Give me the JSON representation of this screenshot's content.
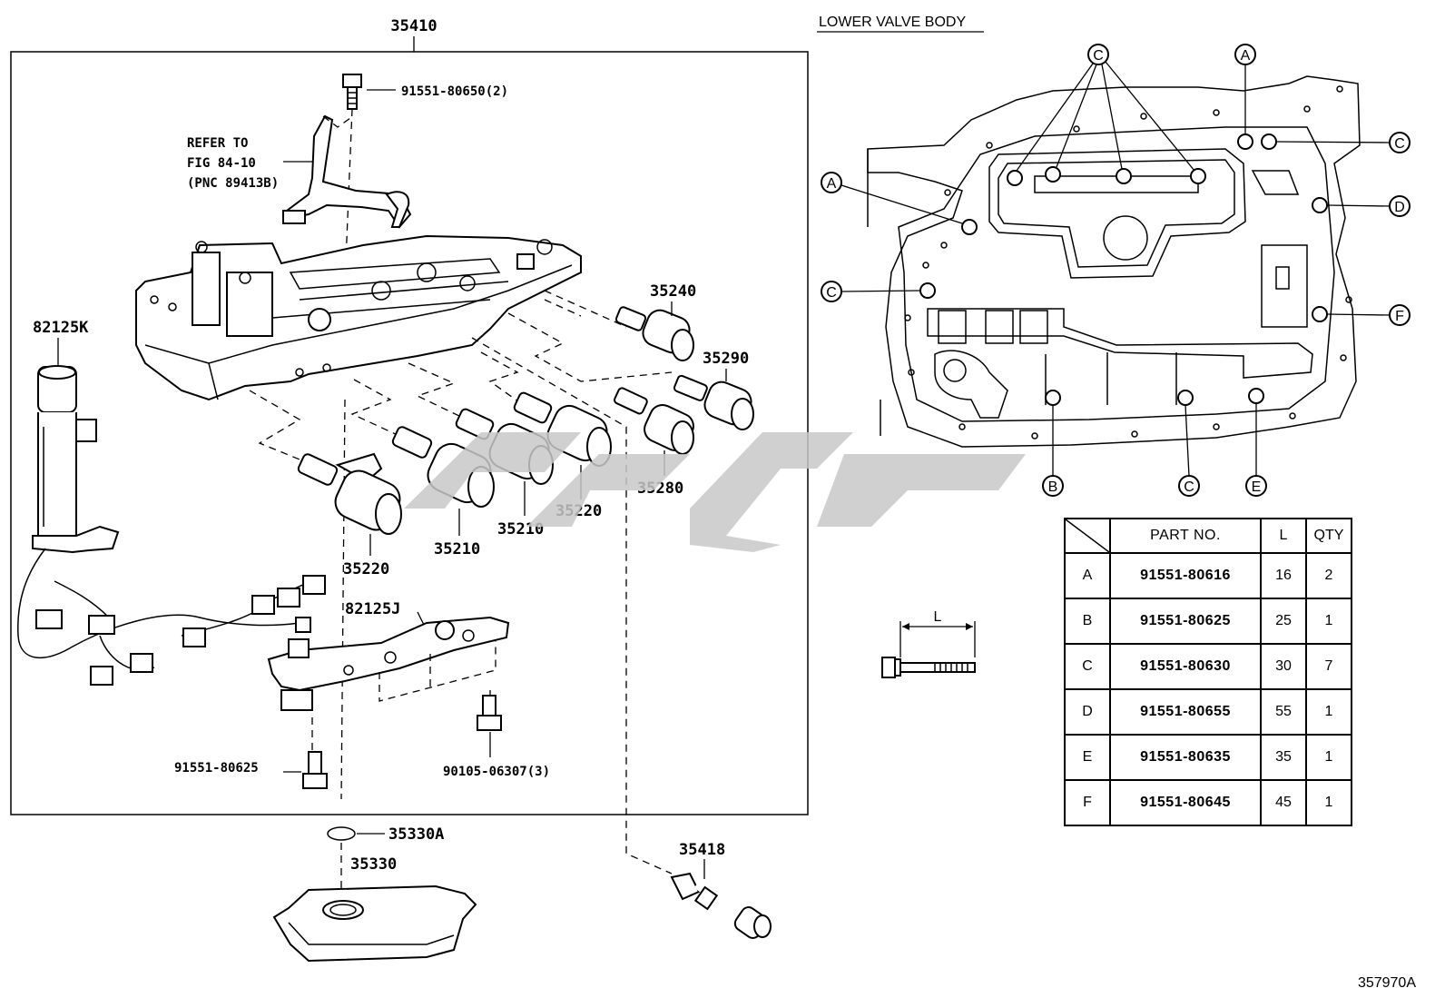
{
  "diagram": {
    "assembly_label": "35410",
    "section_label": "LOWER VALVE BODY",
    "figure_id": "357970A",
    "refer_note": [
      "REFER TO",
      "FIG 84-10",
      "(PNC 89413B)"
    ],
    "callouts": {
      "bolt_top": "91551-80650(2)",
      "harness": "82125K",
      "solenoid_35240": "35240",
      "solenoid_35290": "35290",
      "solenoid_35280": "35280",
      "solenoid_35220a": "35220",
      "solenoid_35220b": "35220",
      "solenoid_35210a": "35210",
      "solenoid_35210b": "35210",
      "bracket": "82125J",
      "bolt_left": "91551-80625",
      "bolt_right": "90105-06307(3)",
      "oring": "35330A",
      "strainer": "35330",
      "pipe": "35418"
    },
    "bolt_letters": [
      "A",
      "C",
      "A",
      "C",
      "D",
      "C",
      "F",
      "B",
      "C",
      "E"
    ],
    "length_symbol": "L"
  },
  "table": {
    "headers": [
      "PART NO.",
      "L",
      "QTY"
    ],
    "rows": [
      {
        "key": "A",
        "part_no": "91551-80616",
        "l": "16",
        "qty": "2"
      },
      {
        "key": "B",
        "part_no": "91551-80625",
        "l": "25",
        "qty": "1"
      },
      {
        "key": "C",
        "part_no": "91551-80630",
        "l": "30",
        "qty": "7"
      },
      {
        "key": "D",
        "part_no": "91551-80655",
        "l": "55",
        "qty": "1"
      },
      {
        "key": "E",
        "part_no": "91551-80635",
        "l": "35",
        "qty": "1"
      },
      {
        "key": "F",
        "part_no": "91551-80645",
        "l": "45",
        "qty": "1"
      }
    ]
  }
}
